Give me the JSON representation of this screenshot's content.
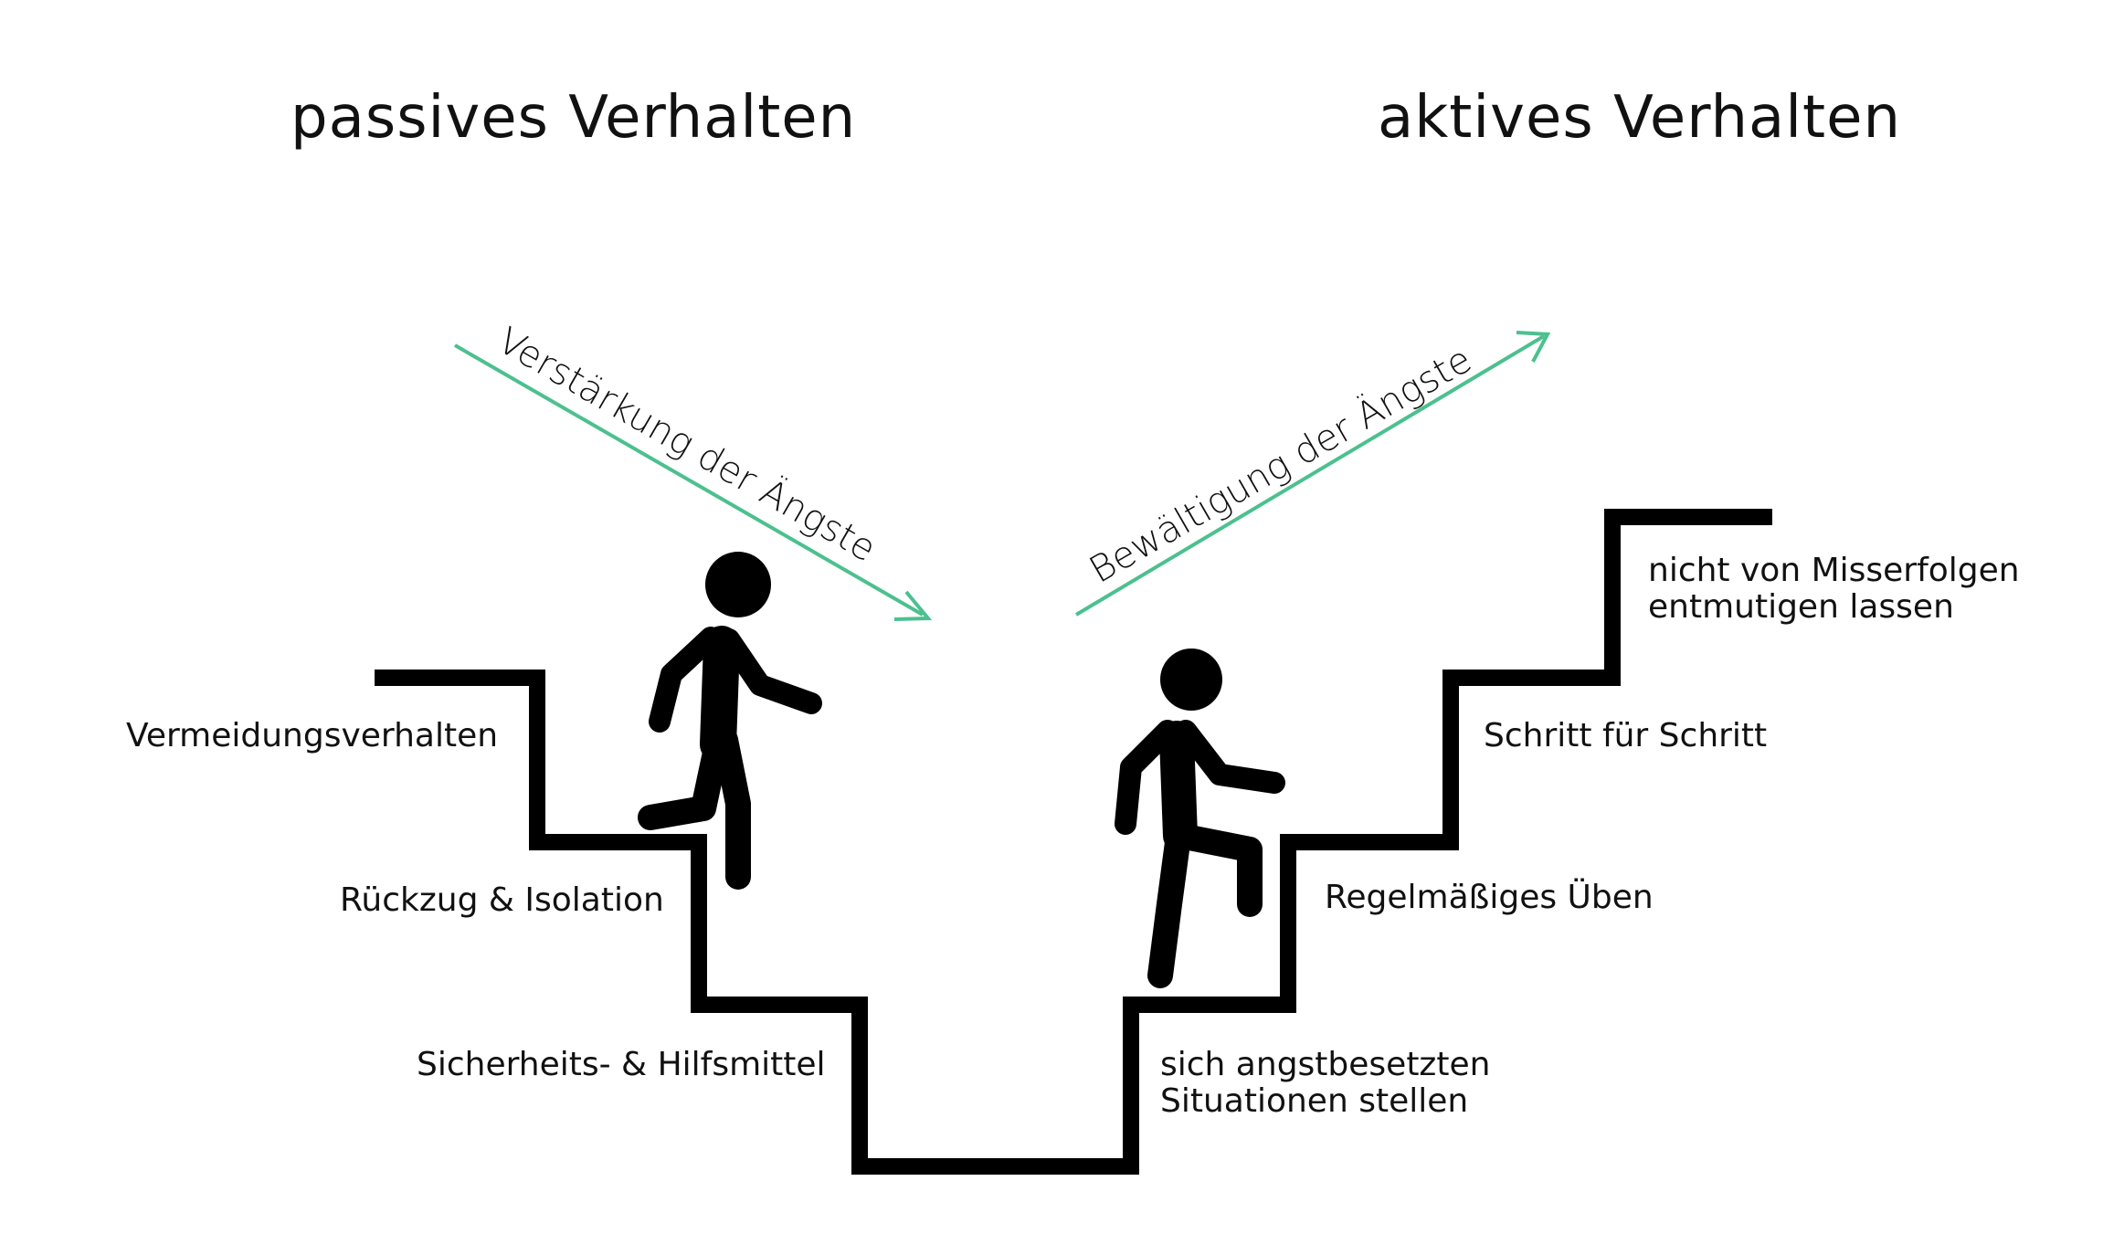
{
  "headings": {
    "left": "passives Verhalten",
    "right": "aktives Verhalten"
  },
  "arrows": {
    "left": "Verstärkung der Ängste",
    "right": "Bewältigung der Ängste",
    "color": "#4CC08F"
  },
  "steps_left": {
    "step1": "Vermeidungsverhalten",
    "step2": "Rückzug & Isolation",
    "step3": "Sicherheits- & Hilfsmittel"
  },
  "steps_right": {
    "step1": "sich angstbesetzten\nSituationen stellen",
    "step2": "Regelmäßiges Üben",
    "step3": "Schritt für Schritt",
    "step4": "nicht von Misserfolgen\nentmutigen lassen"
  },
  "colors": {
    "stairs": "#000000",
    "text": "#111111"
  }
}
